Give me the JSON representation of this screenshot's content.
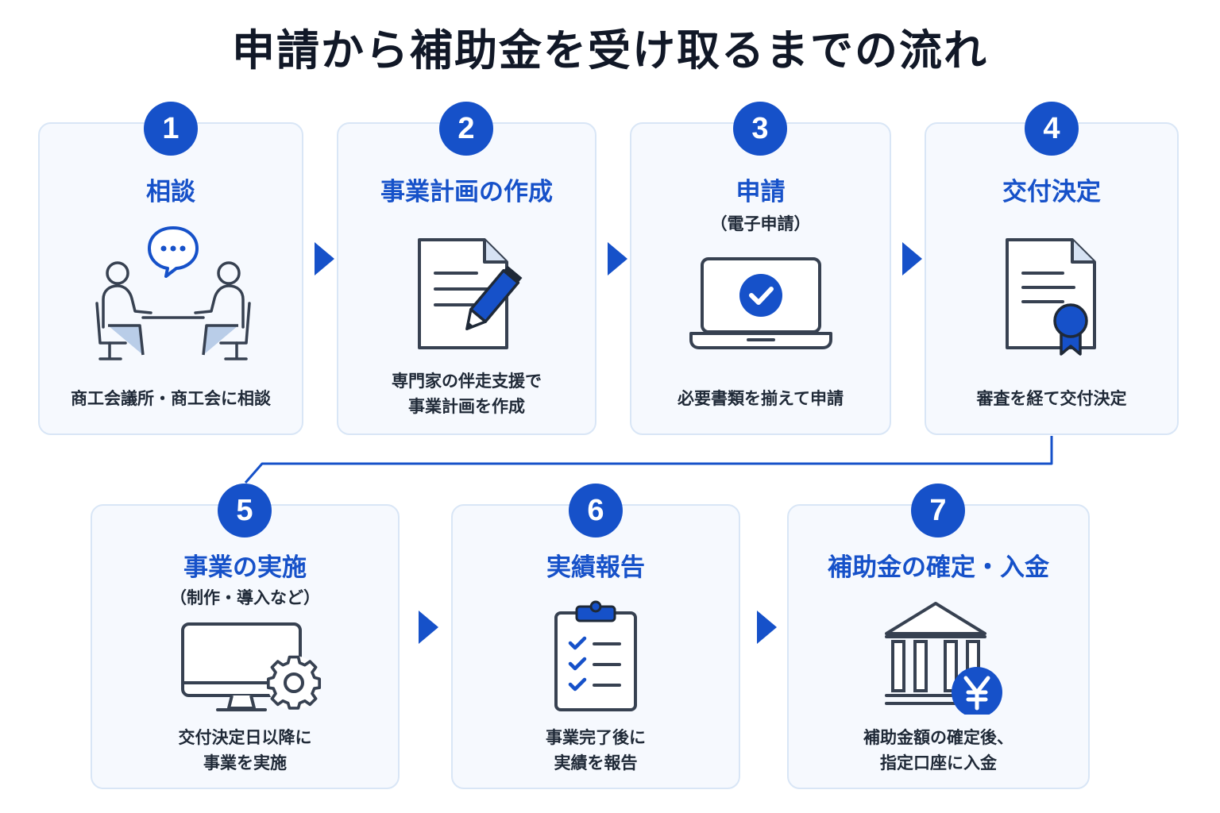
{
  "title": "申請から補助金を受け取るまでの流れ",
  "colors": {
    "accent": "#1651c9",
    "card_bg": "#f6f9fe",
    "card_border": "#d9e6f6",
    "icon_stroke": "#374151"
  },
  "steps": [
    {
      "number": "1",
      "title": "相談",
      "subtitle": "",
      "desc": [
        "商工会議所・商工会に相談"
      ],
      "icon": "consultation-icon"
    },
    {
      "number": "2",
      "title": "事業計画の作成",
      "subtitle": "",
      "desc": [
        "専門家の伴走支援で",
        "事業計画を作成"
      ],
      "icon": "document-pen-icon"
    },
    {
      "number": "3",
      "title": "申請",
      "subtitle": "（電子申請）",
      "desc": [
        "必要書類を揃えて申請"
      ],
      "icon": "laptop-check-icon"
    },
    {
      "number": "4",
      "title": "交付決定",
      "subtitle": "",
      "desc": [
        "審査を経て交付決定"
      ],
      "icon": "certificate-icon"
    },
    {
      "number": "5",
      "title": "事業の実施",
      "subtitle": "（制作・導入など）",
      "desc": [
        "交付決定日以降に",
        "事業を実施"
      ],
      "icon": "monitor-gear-icon"
    },
    {
      "number": "6",
      "title": "実績報告",
      "subtitle": "",
      "desc": [
        "事業完了後に",
        "実績を報告"
      ],
      "icon": "clipboard-checklist-icon"
    },
    {
      "number": "7",
      "title": "補助金の確定・入金",
      "subtitle": "",
      "desc": [
        "補助金額の確定後、",
        "指定口座に入金"
      ],
      "icon": "bank-yen-icon"
    }
  ]
}
